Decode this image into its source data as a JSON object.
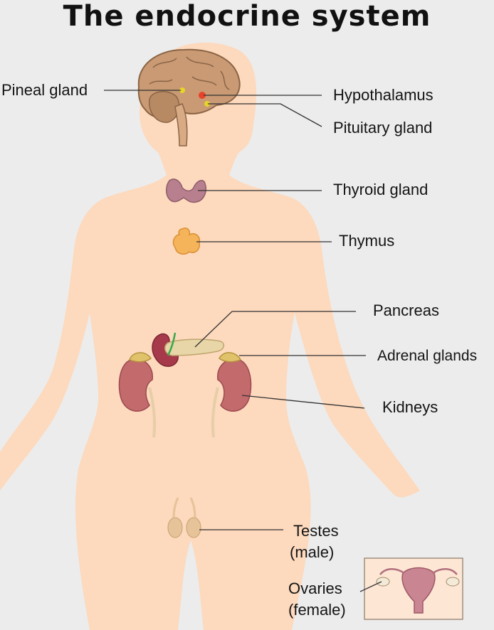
{
  "title": "The endocrine system",
  "labels": {
    "pineal": "Pineal gland",
    "hypothalamus": "Hypothalamus",
    "pituitary": "Pituitary gland",
    "thyroid": "Thyroid gland",
    "thymus": "Thymus",
    "pancreas": "Pancreas",
    "adrenal": "Adrenal glands",
    "kidneys": "Kidneys",
    "testes_line1": "Testes",
    "testes_line2": "(male)",
    "ovaries_line1": "Ovaries",
    "ovaries_line2": "(female)"
  },
  "colors": {
    "background": "#ececec",
    "skin": "#fdd9bd",
    "skin_light": "#fde6d4",
    "brain": "#c99a74",
    "brain_dark": "#8a6445",
    "organ_pink": "#b87f8e",
    "thymus": "#f5b45a",
    "kidney": "#c36a6c",
    "adrenal": "#e0c26a",
    "pancreas": "#e8d6a8",
    "testes": "#e7c39a",
    "line": "#333333",
    "hypothalamus_dot": "#e8432a",
    "gland_dot": "#e6d42a"
  }
}
